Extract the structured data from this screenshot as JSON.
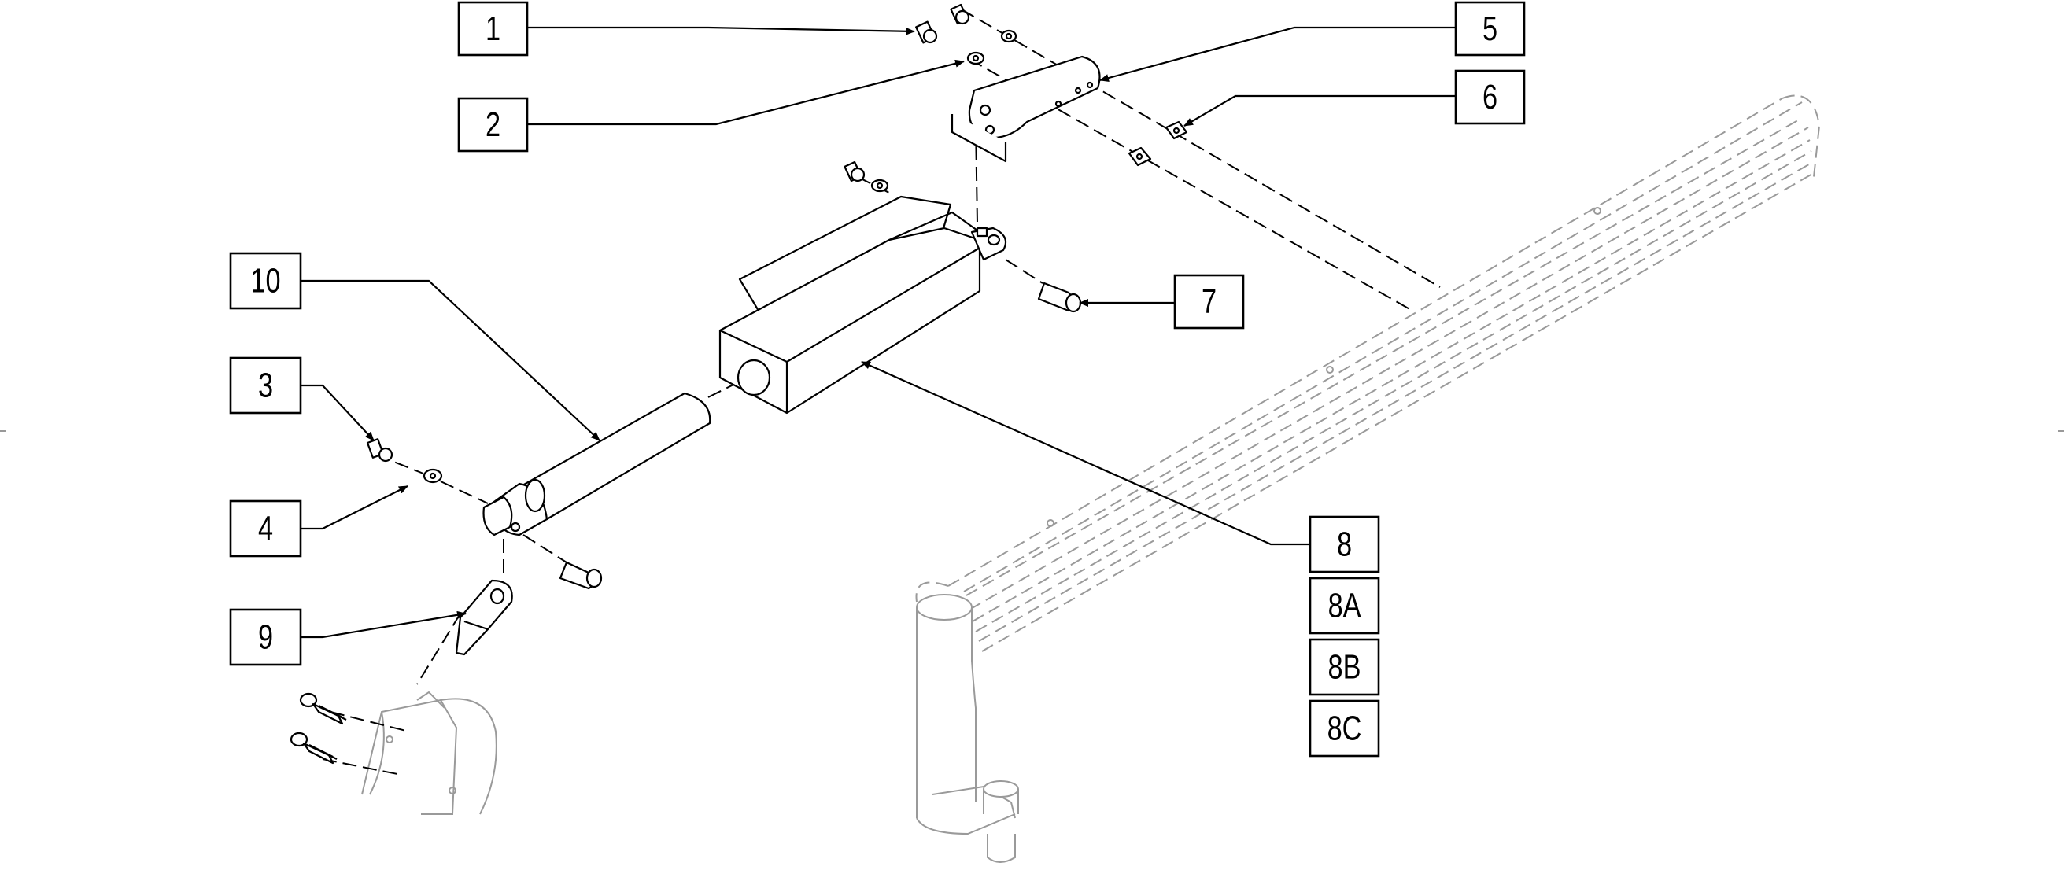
{
  "callouts": {
    "c1": "1",
    "c2": "2",
    "c3": "3",
    "c4": "4",
    "c5": "5",
    "c6": "6",
    "c7": "7",
    "c8": "8",
    "c8a": "8A",
    "c8b": "8B",
    "c8c": "8C",
    "c9": "9",
    "c10": "10"
  },
  "colors": {
    "line": "#000000",
    "ghost": "#9a9a9a",
    "background": "#ffffff"
  }
}
